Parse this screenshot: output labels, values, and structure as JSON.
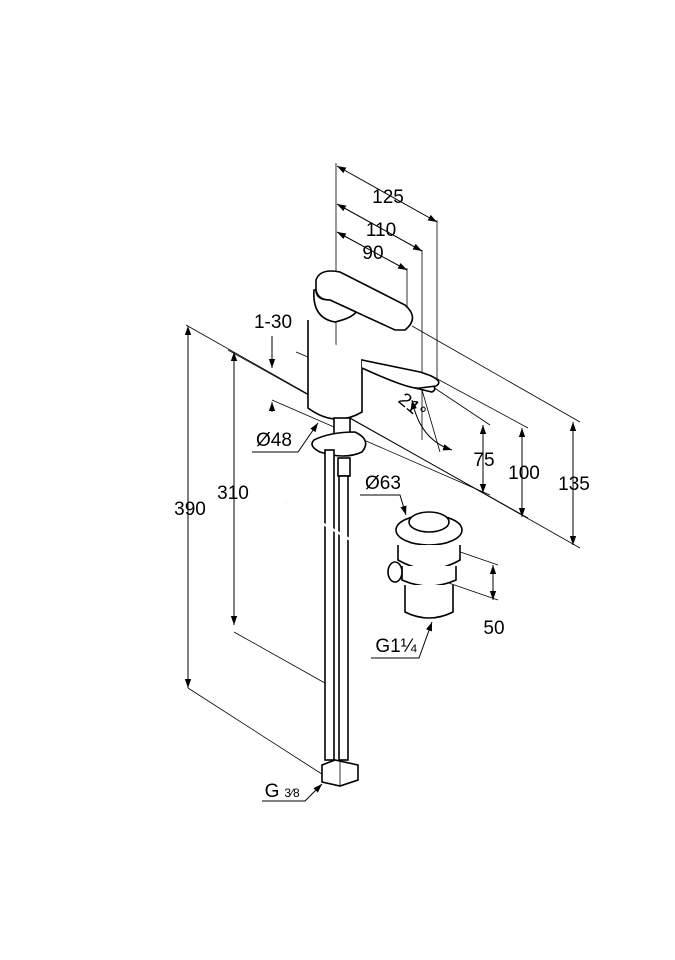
{
  "drawing": {
    "title": "Basin mixer dimension drawing",
    "dimensions": {
      "width_125": "125",
      "width_110": "110",
      "width_90": "90",
      "height_135": "135",
      "height_100": "100",
      "height_75": "75",
      "height_390": "390",
      "height_310": "310",
      "deck_thickness": "1-30",
      "body_diameter": "Ø48",
      "waste_diameter": "Ø63",
      "waste_height": "50",
      "spout_angle": "21°",
      "waste_thread": "G1¼",
      "supply_thread_prefix": "G",
      "supply_thread_fraction": "3⁄8"
    },
    "stroke_color": "#000000",
    "background": "#ffffff"
  }
}
